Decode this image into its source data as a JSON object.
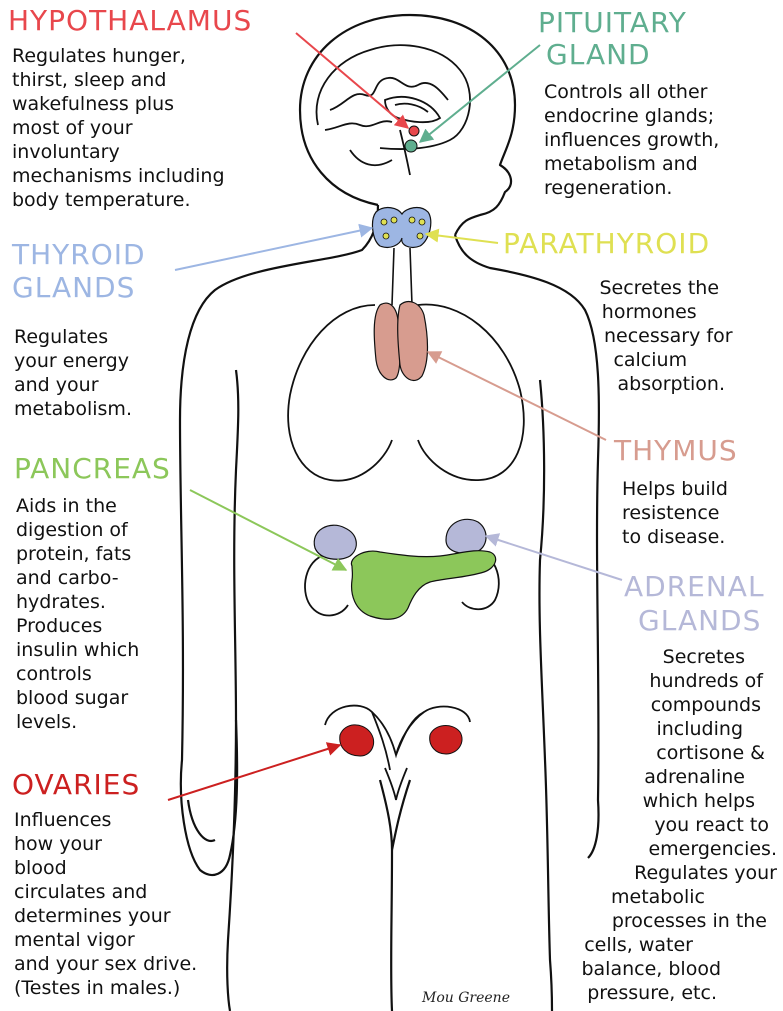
{
  "colors": {
    "hypothalamus": "#e8474c",
    "pituitary": "#5fae8f",
    "thyroid": "#9db6e3",
    "parathyroid": "#dfe052",
    "thymus": "#d79c8f",
    "pancreas": "#8cc75a",
    "adrenal": "#b5b8d8",
    "ovaries": "#cc2020",
    "outline": "#111111"
  },
  "labels": {
    "hypothalamus": {
      "title": "HYPOTHALAMUS",
      "lines": [
        "Regulates hunger,",
        "thirst, sleep and",
        "wakefulness plus",
        "most of your",
        "involuntary",
        "mechanisms including",
        "body temperature."
      ]
    },
    "pituitary": {
      "title_1": "PITUITARY",
      "title_2": "GLAND",
      "lines": [
        "Controls all other",
        "endocrine glands;",
        "influences growth,",
        "metabolism and",
        "regeneration."
      ]
    },
    "thyroid": {
      "title_1": "THYROID",
      "title_2": "GLANDS",
      "lines": [
        "Regulates",
        "your energy",
        "and your",
        "metabolism."
      ]
    },
    "parathyroid": {
      "title": "PARATHYROID",
      "lines": [
        "Secretes the",
        "hormones",
        "necessary for",
        "calcium",
        "absorption."
      ]
    },
    "thymus": {
      "title": "THYMUS",
      "lines": [
        "Helps build",
        "resistence",
        "to disease."
      ]
    },
    "pancreas": {
      "title": "PANCREAS",
      "lines": [
        "Aids in the",
        "digestion of",
        "protein, fats",
        "and carbo-",
        "hydrates.",
        "Produces",
        "insulin which",
        "controls",
        "blood sugar",
        "levels."
      ]
    },
    "adrenal": {
      "title_1": "ADRENAL",
      "title_2": "GLANDS",
      "lines": [
        "Secretes",
        "hundreds of",
        "compounds",
        "including",
        "cortisone &",
        "adrenaline",
        "which helps",
        "you react to",
        "emergencies.",
        "Regulates your",
        "metabolic",
        "processes in the",
        "cells, water",
        "balance, blood",
        "pressure, etc."
      ]
    },
    "ovaries": {
      "title": "OVARIES",
      "lines": [
        "Influences",
        "how your",
        "blood",
        "circulates and",
        "determines your",
        "mental vigor",
        "and your sex drive.",
        "(Testes in males.)"
      ]
    }
  },
  "signature": "Mou Greene"
}
